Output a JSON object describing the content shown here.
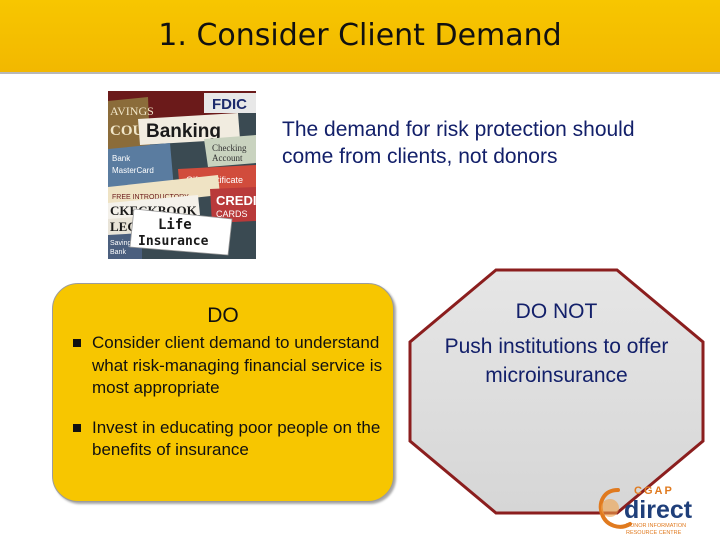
{
  "title": "1. Consider Client Demand",
  "lead_text": "The demand for risk protection should come from clients, not donors",
  "photo": {
    "labels": [
      "FDIC",
      "AVINGS",
      "COU",
      "Banking",
      "Bank",
      "MasterCard",
      "Checking",
      "Account",
      "Gift Certificate",
      "FREE INTRODUCTORY",
      "CKECKBOOK",
      "LECTIONS",
      "CREDIT",
      "CARDS",
      "Savings",
      "Bank",
      "Life",
      "Insurance"
    ]
  },
  "do_box": {
    "heading": "DO",
    "items": [
      "Consider client demand to understand what risk-managing financial service is most appropriate",
      "Invest in educating poor people on the benefits of insurance"
    ]
  },
  "dont_box": {
    "heading": "DO NOT",
    "text": "Push institutions to offer microinsurance"
  },
  "logo": {
    "brand": "CGAP",
    "name": "direct",
    "tagline_1": "DONOR INFORMATION",
    "tagline_2": "RESOURCE CENTRE"
  },
  "colors": {
    "accent": "#f7c600",
    "text_blue": "#13206a",
    "octagon": "#dddddd"
  }
}
